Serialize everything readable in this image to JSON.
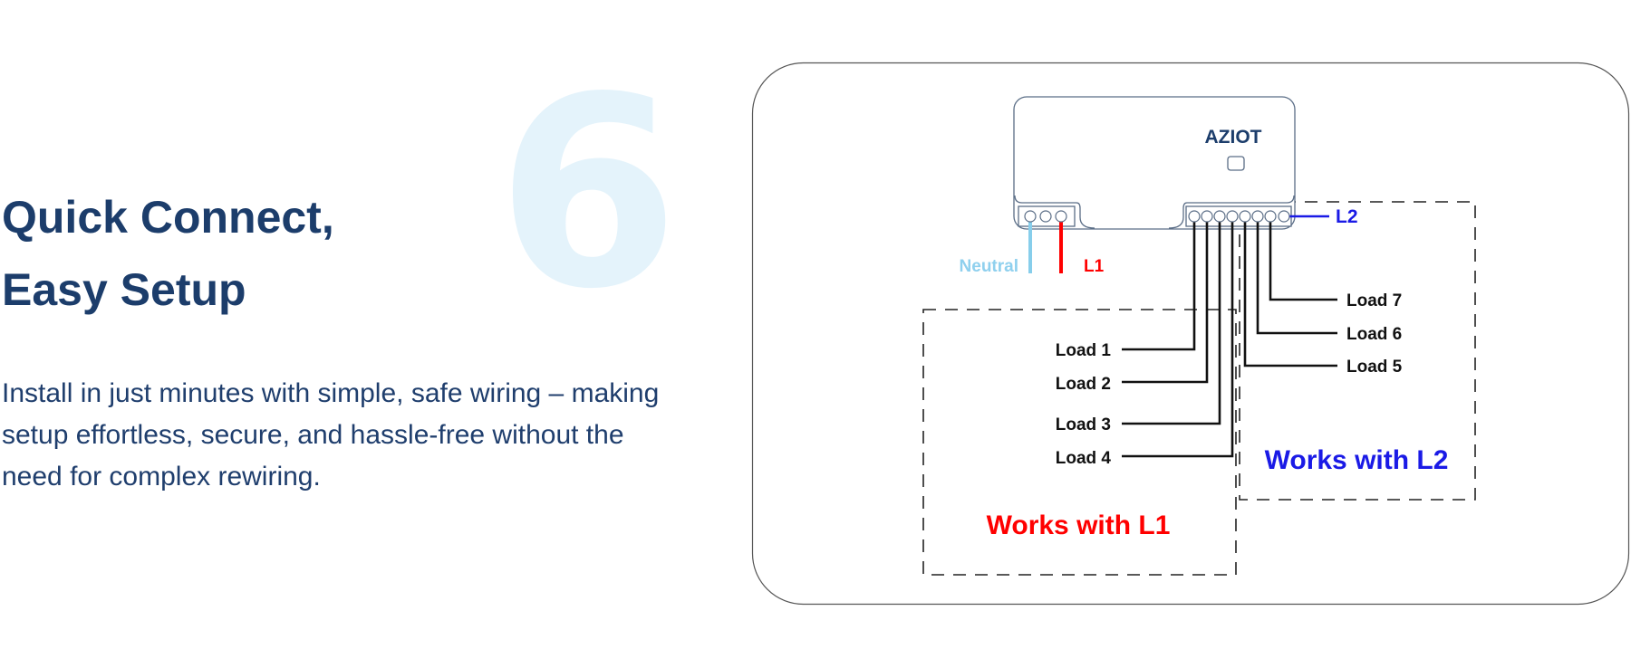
{
  "step_number": "6",
  "heading": {
    "line1": "Quick Connect,",
    "line2": "Easy Setup"
  },
  "description": "Install in just minutes with simple, safe wiring – making setup effortless, secure, and hassle-free without the need for complex rewiring.",
  "diagram": {
    "brand_logo": "AZIOT",
    "neutral_label": "Neutral",
    "l1_label": "L1",
    "l2_label": "L2",
    "loads": [
      "Load 1",
      "Load 2",
      "Load 3",
      "Load 4",
      "Load 5",
      "Load 6",
      "Load 7"
    ],
    "group_l1_label": "Works with L1",
    "group_l2_label": "Works with L2",
    "colors": {
      "neutral": "#87ceeb",
      "l1": "#ff0000",
      "l2": "#1a1ae6",
      "text": "#1c3d6b"
    }
  }
}
